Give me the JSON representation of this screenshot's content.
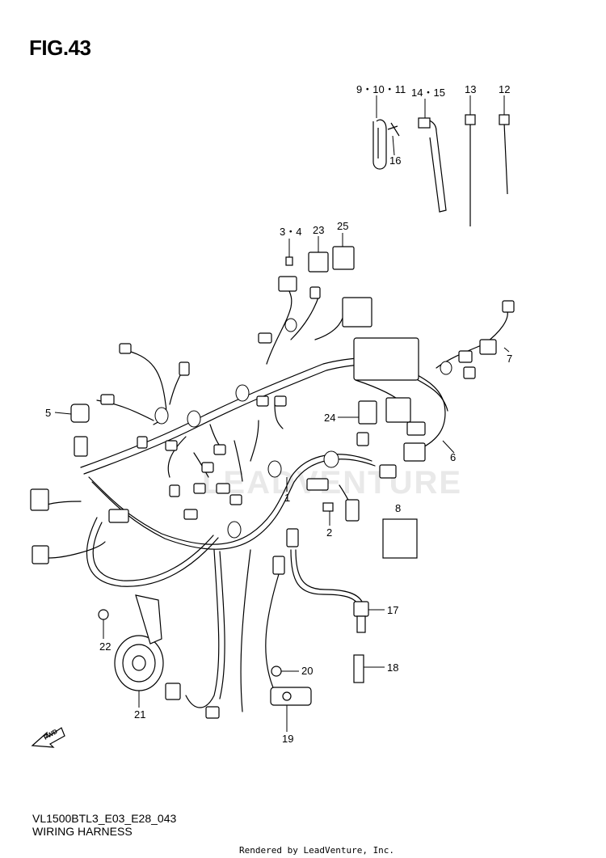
{
  "figure": {
    "title": "FIG.43",
    "code": "VL1500BTL3_E03_E28_043",
    "name": "WIRING HARNESS"
  },
  "credit": "Rendered by LeadVenture, Inc.",
  "watermark": "LEADVENTURE",
  "fwd_label": "FWD",
  "callouts": {
    "c1": "1",
    "c2": "2",
    "c34": "3・4",
    "c5": "5",
    "c6": "6",
    "c7": "7",
    "c8": "8",
    "c91011": "9・10・11",
    "c12": "12",
    "c13": "13",
    "c1415": "14・15",
    "c16": "16",
    "c17": "17",
    "c18": "18",
    "c19": "19",
    "c20": "20",
    "c21": "21",
    "c22": "22",
    "c23": "23",
    "c24": "24",
    "c25": "25"
  }
}
